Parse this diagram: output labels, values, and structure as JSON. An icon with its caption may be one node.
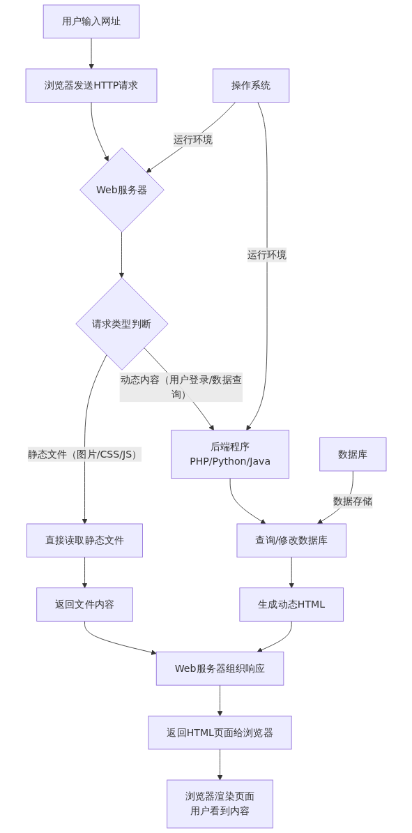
{
  "diagram": {
    "nodes": [
      {
        "text": [
          "用户输入网址"
        ]
      },
      {
        "text": [
          "浏览器发送HTTP请求"
        ]
      },
      {
        "text": [
          "操作系统"
        ]
      },
      {
        "text": [
          "Web服务器"
        ]
      },
      {
        "text": [
          "请求类型判断"
        ]
      },
      {
        "text": [
          "后端程序",
          "PHP/Python/Java"
        ]
      },
      {
        "text": [
          "数据库"
        ]
      },
      {
        "text": [
          "直接读取静态文件"
        ]
      },
      {
        "text": [
          "查询/修改数据库"
        ]
      },
      {
        "text": [
          "返回文件内容"
        ]
      },
      {
        "text": [
          "生成动态HTML"
        ]
      },
      {
        "text": [
          "Web服务器组织响应"
        ]
      },
      {
        "text": [
          "返回HTML页面给浏览器"
        ]
      },
      {
        "text": [
          "浏览器渲染页面",
          "用户看到内容"
        ]
      }
    ],
    "edges": [
      {
        "from": 0,
        "to": 1,
        "arrow": "to"
      },
      {
        "from": 1,
        "to": 3,
        "arrow": "to"
      },
      {
        "from": 2,
        "to": 3,
        "arrow": "to",
        "label": "运行环境"
      },
      {
        "from": 3,
        "to": 4,
        "arrow": "to"
      },
      {
        "from": 4,
        "to": 7,
        "arrow": "to",
        "label": "静态文件（图片/CSS/JS）"
      },
      {
        "from": 4,
        "to": 5,
        "arrow": "to",
        "label": "动态内容（用户登录/数据查询）"
      },
      {
        "from": 2,
        "to": 5,
        "arrow": "to",
        "label": "运行环境"
      },
      {
        "from": 7,
        "to": 9,
        "arrow": "to"
      },
      {
        "from": 5,
        "to": 8,
        "arrow": "to"
      },
      {
        "from": 6,
        "to": 8,
        "arrow": "to",
        "label": "数据存储"
      },
      {
        "from": 8,
        "to": 10,
        "arrow": "to"
      },
      {
        "from": 9,
        "to": 11,
        "arrow": "to"
      },
      {
        "from": 10,
        "to": 11,
        "arrow": "to"
      },
      {
        "from": 11,
        "to": 12,
        "arrow": "to"
      },
      {
        "from": 12,
        "to": 13,
        "arrow": "to"
      }
    ]
  }
}
